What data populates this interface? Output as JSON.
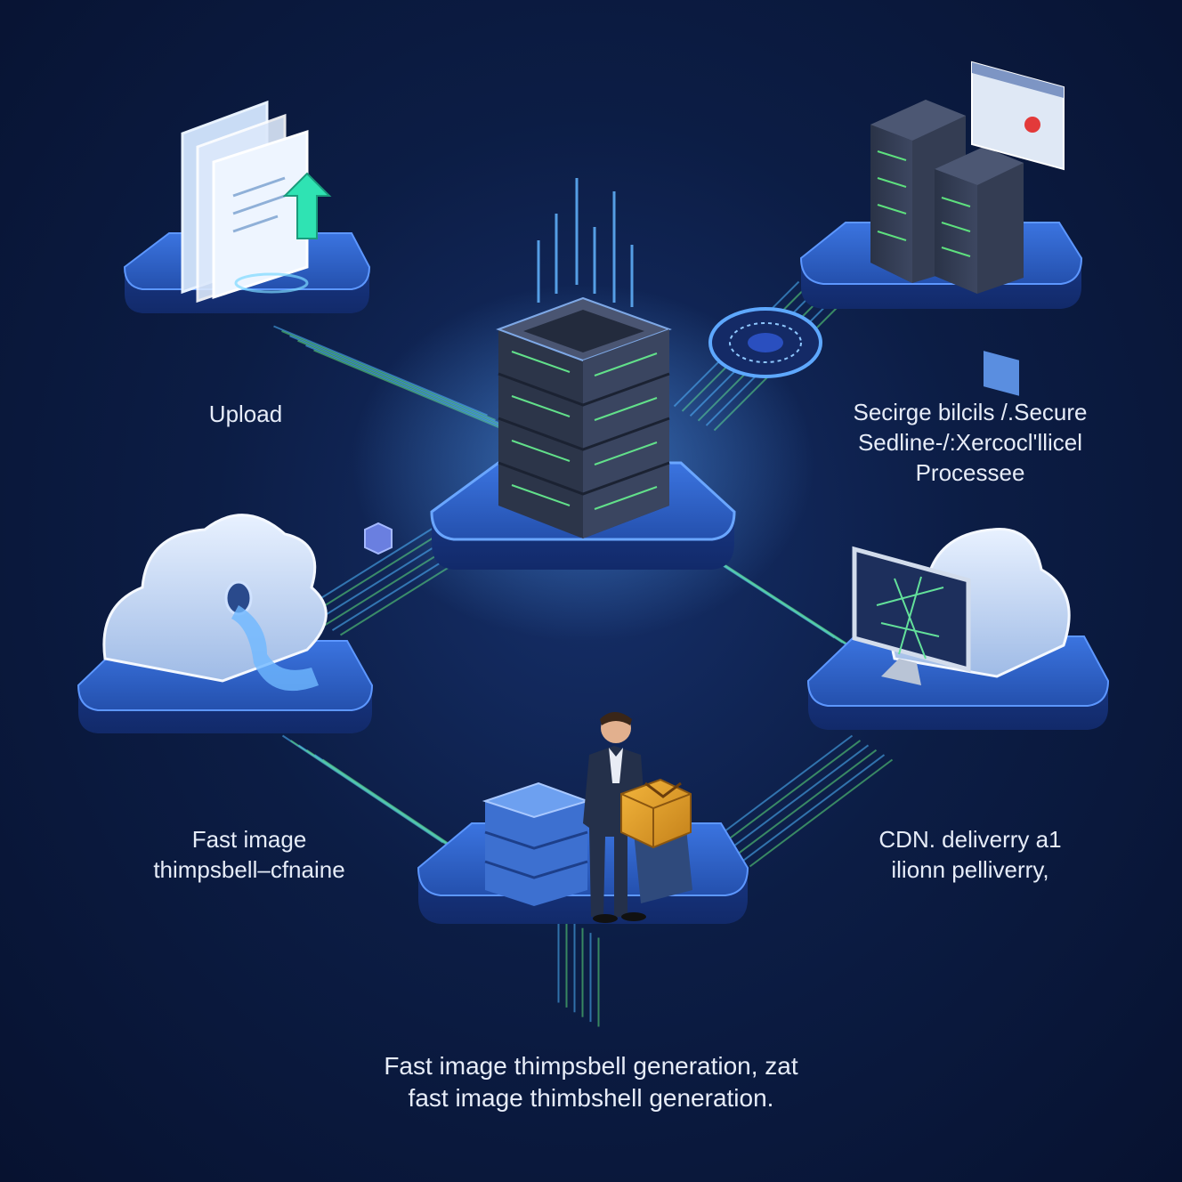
{
  "labels": {
    "upload": "Upload",
    "secure": [
      "Secirge bilcils /.Secure",
      "Sedline-/:Xercocl'llicel",
      "Processee"
    ],
    "thumbnail": [
      "Fast image",
      "thimpsbell–cfnaine"
    ],
    "cdn": [
      "CDN. deliverry a1",
      "ilionn pelliverry,"
    ],
    "bottom_caption": [
      "Fast image thimpsbell generation, zat",
      "fast image thimbshell generation."
    ]
  },
  "icons": {
    "upload": "document-upload-icon",
    "secure": "server-rack-icon",
    "hub": "central-server-icon",
    "thumbnail": "cloud-stream-icon",
    "cdn": "monitor-cloud-icon",
    "delivery": "person-package-icon"
  },
  "colors": {
    "platform": "#2d5fc4",
    "glow": "#4fa3ff",
    "line_green": "#5de07a",
    "line_blue": "#4fb8ff"
  }
}
